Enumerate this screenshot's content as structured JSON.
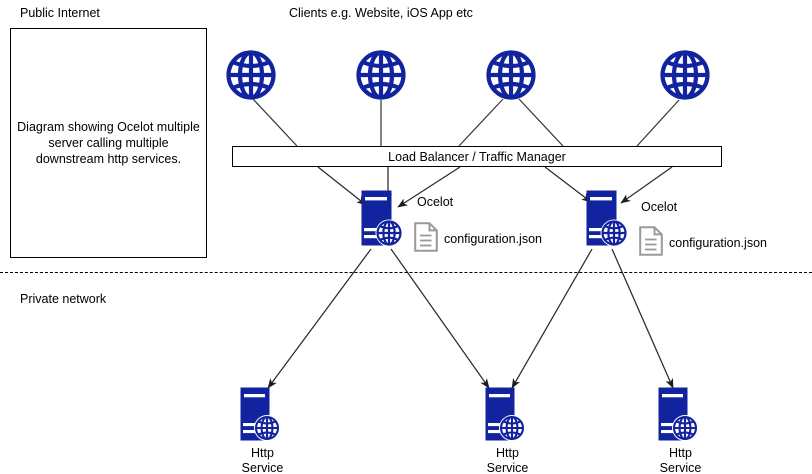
{
  "diagram": {
    "title_note": "Diagram showing Ocelot multiple server calling multiple downstream http services.",
    "zones": {
      "public": {
        "label": "Public Internet"
      },
      "private": {
        "label": "Private network"
      }
    },
    "clients": {
      "label": "Clients e.g. Website, iOS App etc",
      "icon": "globe-icon",
      "nodes": [
        {
          "id": "client-1",
          "icon": "globe-icon"
        },
        {
          "id": "client-2",
          "icon": "globe-icon"
        },
        {
          "id": "client-3",
          "icon": "globe-icon"
        },
        {
          "id": "client-4",
          "icon": "globe-icon"
        }
      ]
    },
    "load_balancer": {
      "label": "Load Balancer / Traffic Manager"
    },
    "ocelot": {
      "nodes": [
        {
          "id": "ocelot-1",
          "label": "Ocelot",
          "config": "configuration.json",
          "icon": "server-globe-icon",
          "config_icon": "document-icon"
        },
        {
          "id": "ocelot-2",
          "label": "Ocelot",
          "config": "configuration.json",
          "icon": "server-globe-icon",
          "config_icon": "document-icon"
        }
      ]
    },
    "http_services": {
      "nodes": [
        {
          "id": "http-service-1",
          "line1": "Http",
          "line2": "Service",
          "icon": "server-globe-icon"
        },
        {
          "id": "http-service-2",
          "line1": "Http",
          "line2": "Service",
          "icon": "server-globe-icon"
        },
        {
          "id": "http-service-3",
          "line1": "Http",
          "line2": "Service",
          "icon": "server-globe-icon"
        }
      ]
    },
    "colors": {
      "brand_blue": "#11239E",
      "line": "#2b2b2b",
      "document_gray": "#9a9a9a",
      "background": "#ffffff"
    }
  }
}
